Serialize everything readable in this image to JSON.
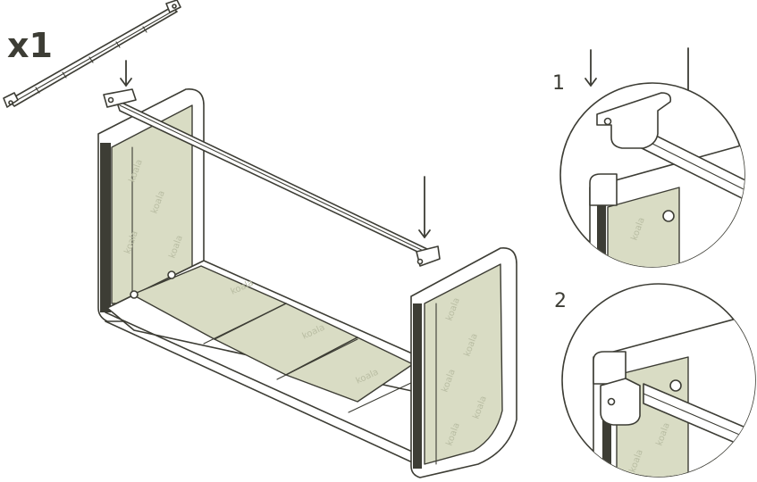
{
  "quantity_label": "x1",
  "steps": [
    {
      "number": "1"
    },
    {
      "number": "2"
    }
  ],
  "brand_watermark": "koala",
  "colors": {
    "ink": "#3d3d35",
    "panel": "#d9dcc4",
    "background": "#ffffff"
  }
}
